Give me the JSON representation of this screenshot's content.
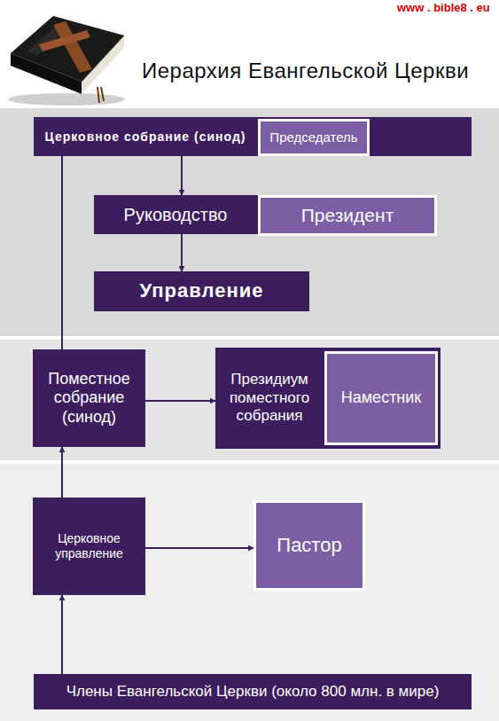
{
  "diagram": {
    "title": "Иерархия Евангельской Церкви",
    "nodes": [
      {
        "text": [
          "Церковное собрание (синод)"
        ]
      },
      {
        "text": [
          "Председатель"
        ],
        "in": 0
      },
      {
        "text": [
          "Руководство"
        ]
      },
      {
        "text": [
          "Президент"
        ],
        "in": 2
      },
      {
        "text": [
          "Управление"
        ]
      },
      {
        "text": [
          "Поместное собрание (синод)"
        ]
      },
      {
        "text": [
          "Президиум поместного собрания"
        ]
      },
      {
        "text": [
          "Наместник"
        ],
        "in": 6
      },
      {
        "text": [
          "Церковное управление"
        ]
      },
      {
        "text": [
          "Пастор"
        ]
      },
      {
        "text": [
          "Члены Евангельской Церкви (около 800 млн. в мире)"
        ]
      }
    ],
    "edges": [
      {
        "from": 0,
        "to": 2,
        "arrow": "to"
      },
      {
        "from": 2,
        "to": 4,
        "arrow": "to"
      },
      {
        "from": 5,
        "to": 0,
        "arrow": "none"
      },
      {
        "from": 5,
        "to": 6,
        "arrow": "to"
      },
      {
        "from": 8,
        "to": 5,
        "arrow": "to"
      },
      {
        "from": 8,
        "to": 9,
        "arrow": "to"
      },
      {
        "from": 10,
        "to": 8,
        "arrow": "to"
      }
    ],
    "labels": [
      "www . bible8 . eu"
    ]
  }
}
